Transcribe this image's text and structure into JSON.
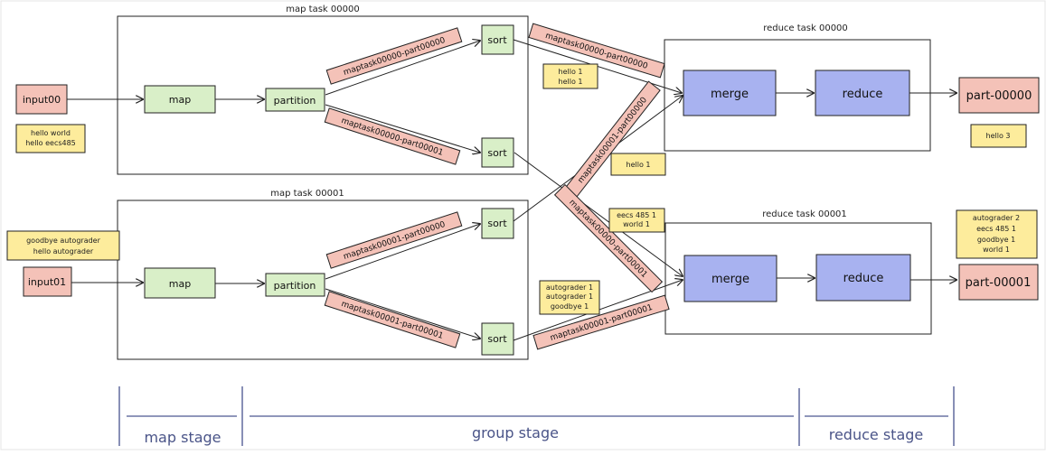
{
  "tasks": {
    "map0": "map task 00000",
    "map1": "map task 00001",
    "reduce0": "reduce task 00000",
    "reduce1": "reduce task 00001"
  },
  "inputs": {
    "input0": "input00",
    "input1": "input01"
  },
  "notes": {
    "input0": [
      "hello world",
      "hello eecs485"
    ],
    "input1": [
      "goodbye autograder",
      "hello autograder"
    ],
    "merge0_a": [
      "hello 1",
      "hello 1"
    ],
    "merge0_b": [
      "hello 1"
    ],
    "merge1_a": [
      "eecs 485 1",
      "world 1"
    ],
    "merge1_b": [
      "autograder 1",
      "autograder 1",
      "goodbye 1"
    ],
    "out0": [
      "hello 3"
    ],
    "out1": [
      "autograder 2",
      "eecs 485 1",
      "goodbye 1",
      "world 1"
    ]
  },
  "nodes": {
    "map": "map",
    "partition": "partition",
    "sort": "sort",
    "merge": "merge",
    "reduce": "reduce"
  },
  "files": {
    "m0p0": "maptask00000-part00000",
    "m0p1": "maptask00000-part00001",
    "m1p0": "maptask00001-part00000",
    "m1p1": "maptask00001-part00001"
  },
  "outputs": {
    "out0": "part-00000",
    "out1": "part-00001"
  },
  "stages": {
    "map": "map stage",
    "group": "group stage",
    "reduce": "reduce stage"
  },
  "colors": {
    "red": "#f4c2b8",
    "green": "#d9efc8",
    "blue": "#a8b2f0",
    "yellow": "#fdec9c",
    "ink": "#222222",
    "stage": "#6a73a3"
  }
}
